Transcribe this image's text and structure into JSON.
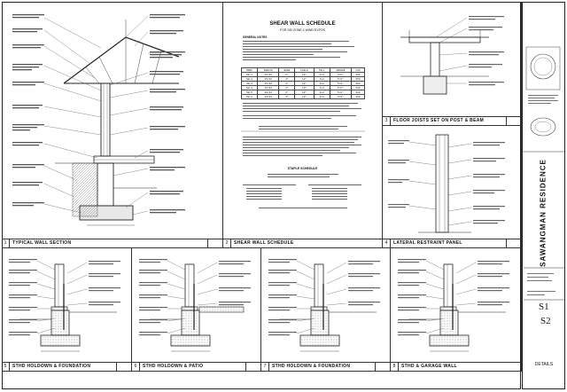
{
  "panels": [
    {
      "number": "1",
      "title": "TYPICAL WALL SECTION"
    },
    {
      "number": "2",
      "title": "SHEAR WALL SCHEDULE"
    },
    {
      "number": "3",
      "title": "FLOOR JOISTS SET ON POST & BEAM"
    },
    {
      "number": "4",
      "title": "LATERAL RESTRAINT PANEL"
    },
    {
      "number": "5",
      "title": "STHD HOLDOWN & FOUNDATION"
    },
    {
      "number": "6",
      "title": "STHD HOLDOWN & PATIO"
    },
    {
      "number": "7",
      "title": "STHD HOLDOWN & FOUNDATION"
    },
    {
      "number": "8",
      "title": "STHD & GARAGE WALL"
    }
  ],
  "schedule": {
    "title": "SHEAR WALL SCHEDULE",
    "subtitle": "FOR SEI ZONE 4 WIND EXPOS",
    "notes_title": "GENERAL NOTES",
    "headers": [
      "MARK",
      "SHEATH",
      "EDGE",
      "FIELD",
      "SILL",
      "ANCHOR",
      "CAP"
    ],
    "rows": [
      [
        "SW-1",
        "15/32",
        "6\"",
        "12\"",
        "2x4",
        "5/8\"",
        "260"
      ],
      [
        "SW-2",
        "15/32",
        "4\"",
        "12\"",
        "2x4",
        "5/8\"",
        "350"
      ],
      [
        "SW-3",
        "15/32",
        "3\"",
        "12\"",
        "3x4",
        "5/8\"",
        "490"
      ],
      [
        "SW-4",
        "15/32",
        "2\"",
        "12\"",
        "3x4",
        "5/8\"",
        "640"
      ],
      [
        "SW-5",
        "19/32",
        "6\"",
        "12\"",
        "2x4",
        "5/8\"",
        "310"
      ],
      [
        "SW-6",
        "19/32",
        "4\"",
        "12\"",
        "3x4",
        "5/8\"",
        "460"
      ]
    ],
    "staple_title": "STAPLE SCHEDULE"
  },
  "title_block": {
    "project": "SAWANGMAN RESIDENCE",
    "sheet_current": "S1",
    "sheet_next": "S2",
    "details_label": "DETAILS"
  }
}
